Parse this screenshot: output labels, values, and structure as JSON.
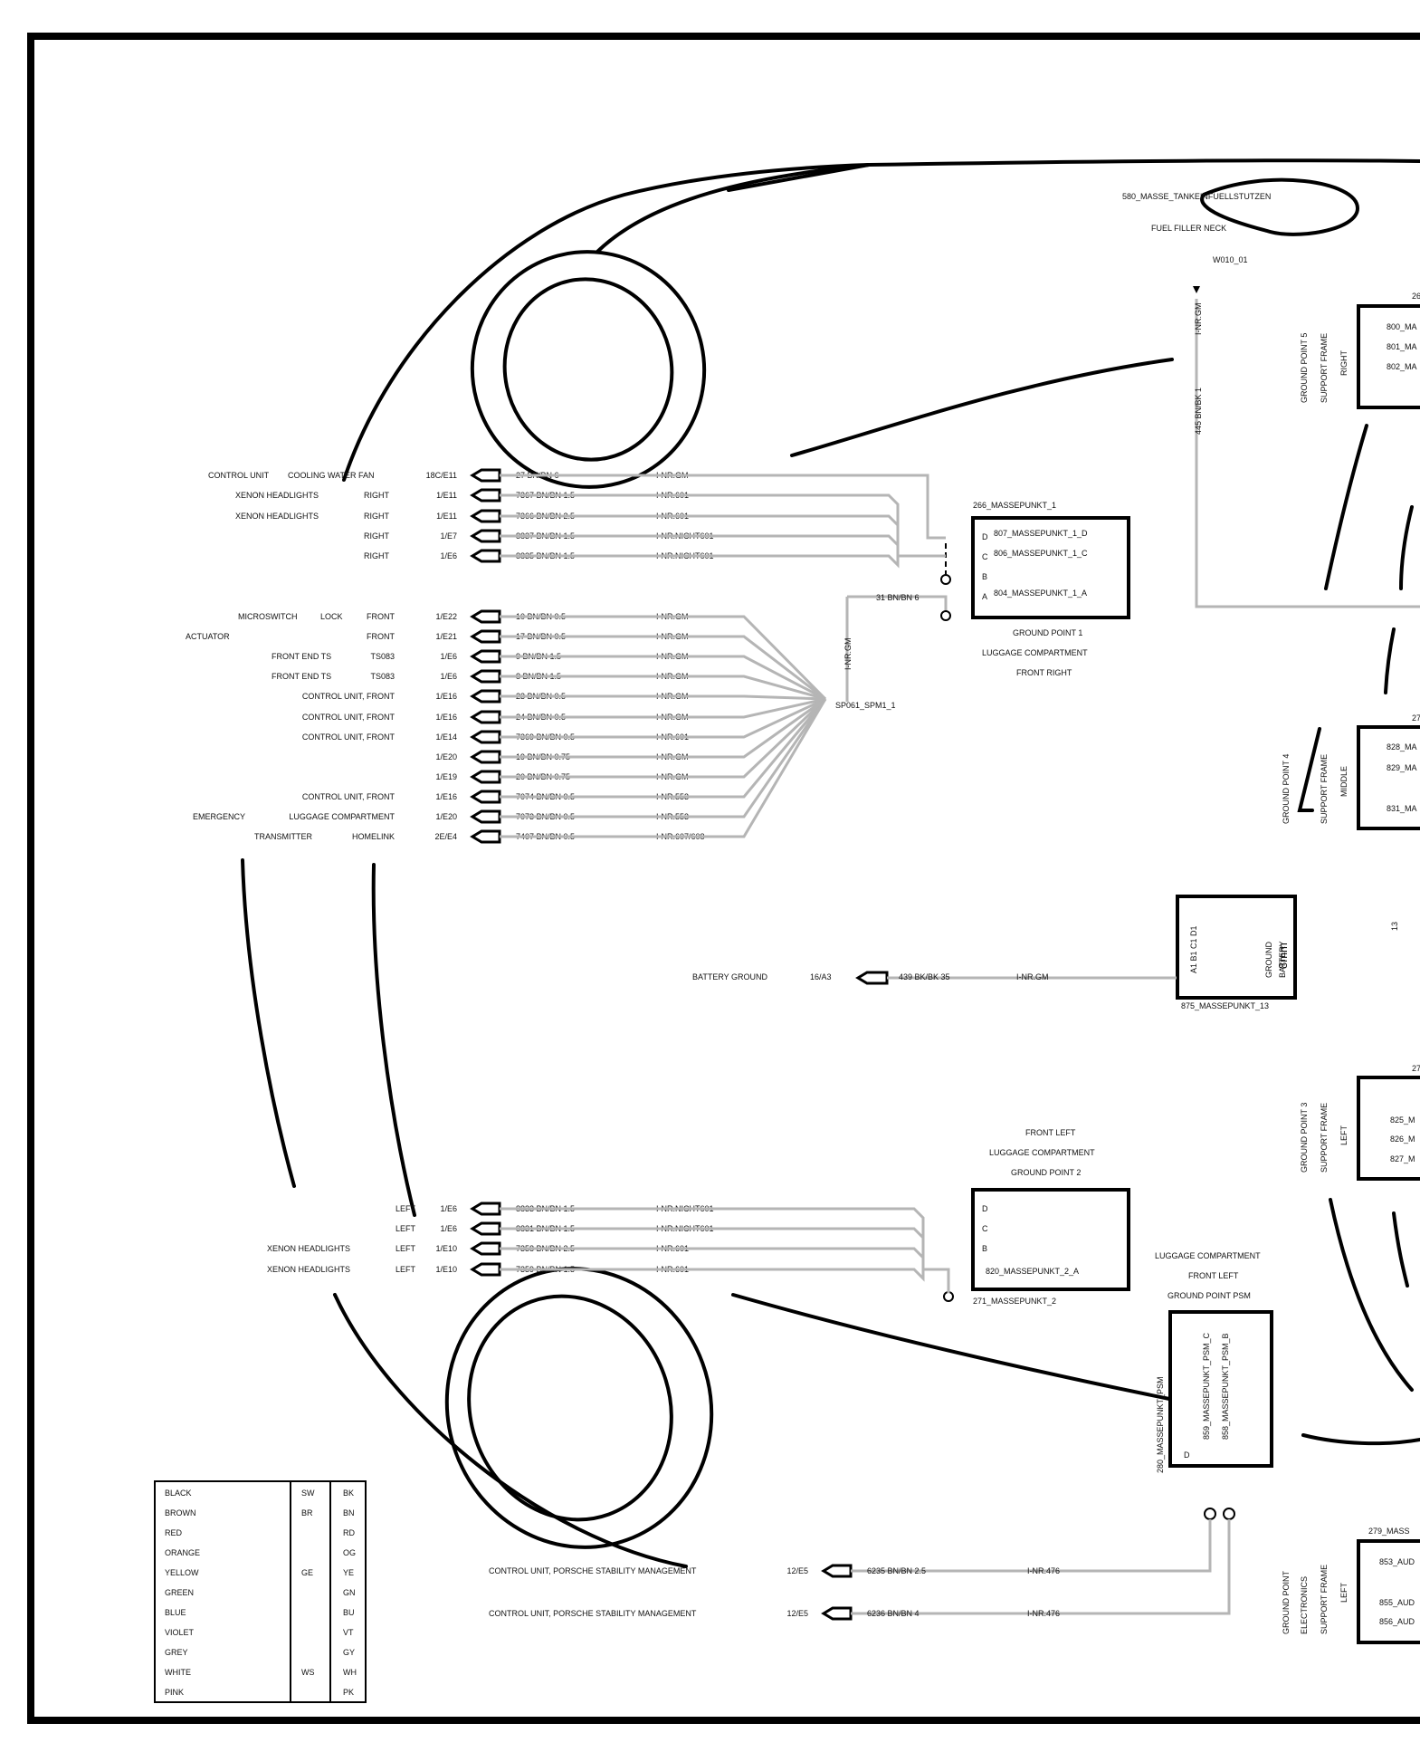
{
  "ground_top": {
    "labels": [
      "580_MASSE_TANKEINFUELLSTUTZEN",
      "FUEL FILLER NECK",
      "W010_01"
    ],
    "wire": "445 BN/BK 1",
    "inr": "I-NR.GM"
  },
  "gp5": {
    "labels": [
      "GROUND POINT 5",
      "SUPPORT FRAME",
      "RIGHT"
    ],
    "pins": [
      "800_MA",
      "801_MA",
      "802_MA"
    ],
    "id": "26"
  },
  "gp4": {
    "labels": [
      "GROUND POINT 4",
      "SUPPORT FRAME",
      "MIDDLE"
    ],
    "pins": [
      "828_MA",
      "829_MA",
      "831_MA"
    ],
    "id": "27"
  },
  "gp3": {
    "labels": [
      "GROUND POINT 3",
      "SUPPORT FRAME",
      "LEFT"
    ],
    "pins": [
      "825_M",
      "826_M",
      "827_M"
    ],
    "id": "27"
  },
  "gpe": {
    "labels": [
      "GROUND POINT",
      "ELECTRONICS",
      "SUPPORT FRAME",
      "LEFT"
    ],
    "pins": [
      "853_AUD",
      "855_AUD",
      "856_AUD"
    ],
    "id": "279_MASS"
  },
  "gp1": {
    "title": "266_MASSEPUNKT_1",
    "pins": [
      "807_MASSEPUNKT_1_D",
      "806_MASSEPUNKT_1_C",
      "804_MASSEPUNKT_1_A"
    ],
    "letters": [
      "D",
      "C",
      "B",
      "A"
    ],
    "labels": [
      "GROUND POINT 1",
      "LUGGAGE COMPARTMENT",
      "FRONT RIGHT"
    ],
    "wire": "31 BN/BN 6",
    "splice": "SP061_SPM1_1",
    "splice_inr": "I-NR.GM"
  },
  "gp2": {
    "labels": [
      "FRONT LEFT",
      "LUGGAGE COMPARTMENT",
      "GROUND POINT 2"
    ],
    "letters": [
      "D",
      "C",
      "B"
    ],
    "pin": "820_MASSEPUNKT_2_A",
    "title": "271_MASSEPUNKT_2"
  },
  "psm": {
    "labels": [
      "LUGGAGE COMPARTMENT",
      "FRONT LEFT",
      "GROUND POINT PSM"
    ],
    "side": "280_MASSEPUNKT_PSM",
    "pinc": "859_MASSEPUNKT_PSM_C",
    "pinb": "858_MASSEPUNKT_PSM_B",
    "letter": "D"
  },
  "battery": {
    "pins": "A1 B1 C1 D1",
    "size": "8mm",
    "label1": "GROUND",
    "label2": "BATTERY",
    "title": "875_MASSEPUNKT_13",
    "num": "13",
    "row": {
      "d": "BATTERY GROUND",
      "c": "16/A3",
      "w": "439 BK/BK 35",
      "i": "I-NR.GM"
    }
  },
  "rows_top": [
    {
      "d1": "CONTROL UNIT",
      "d2": "COOLING WATER FAN",
      "c": "18C/E11",
      "w": "27 BN/BN 6",
      "i": "I-NR.GM"
    },
    {
      "d1": "XENON HEADLIGHTS",
      "d2": "RIGHT",
      "c": "1/E11",
      "w": "7367 BN/BN 1.5",
      "i": "I-NR.601"
    },
    {
      "d1": "XENON HEADLIGHTS",
      "d2": "RIGHT",
      "c": "1/E11",
      "w": "7366 BN/BN 2.5",
      "i": "I-NR.601"
    },
    {
      "d1": "",
      "d2": "RIGHT",
      "c": "1/E7",
      "w": "8837 BN/BN 1.5",
      "i": "I-NR.NICHT601"
    },
    {
      "d1": "",
      "d2": "RIGHT",
      "c": "1/E6",
      "w": "8835 BN/BN 1.5",
      "i": "I-NR.NICHT601"
    }
  ],
  "rows_mid": [
    {
      "d1": "MICROSWITCH",
      "d2": "LOCK",
      "d3": "FRONT",
      "c": "1/E22",
      "w": "10 BN/BN 0.5",
      "i": "I-NR.GM"
    },
    {
      "d1": "ACTUATOR",
      "d2": "",
      "d3": "FRONT",
      "c": "1/E21",
      "w": "17 BN/BN 0.5",
      "i": "I-NR.GM"
    },
    {
      "d1": "",
      "d2": "FRONT END TS",
      "d3": "TS083",
      "c": "1/E6",
      "w": "9 BN/BN 1.5",
      "i": "I-NR.GM"
    },
    {
      "d1": "",
      "d2": "FRONT END TS",
      "d3": "TS083",
      "c": "1/E6",
      "w": "8 BN/BN 1.5",
      "i": "I-NR.GM"
    },
    {
      "d1": "",
      "d2": "CONTROL UNIT, FRONT",
      "d3": "",
      "c": "1/E16",
      "w": "23 BN/BN 0.5",
      "i": "I-NR.GM"
    },
    {
      "d1": "",
      "d2": "CONTROL UNIT, FRONT",
      "d3": "",
      "c": "1/E16",
      "w": "24 BN/BN 0.5",
      "i": "I-NR.GM"
    },
    {
      "d1": "",
      "d2": "CONTROL UNIT, FRONT",
      "d3": "",
      "c": "1/E14",
      "w": "7369 BN/BN 0.5",
      "i": "I-NR.601"
    },
    {
      "d1": "",
      "d2": "",
      "d3": "",
      "c": "1/E20",
      "w": "19 BN/BN 0.75",
      "i": "I-NR.GM"
    },
    {
      "d1": "",
      "d2": "",
      "d3": "",
      "c": "1/E19",
      "w": "20 BN/BN 0.75",
      "i": "I-NR.GM"
    },
    {
      "d1": "",
      "d2": "CONTROL UNIT, FRONT",
      "d3": "",
      "c": "1/E16",
      "w": "7074 BN/BN 0.5",
      "i": "I-NR.553"
    },
    {
      "d1": "EMERGENCY",
      "d2": "LUGGAGE COMPARTMENT",
      "d3": "",
      "c": "1/E20",
      "w": "7073 BN/BN 0.5",
      "i": "I-NR.553"
    },
    {
      "d1": "TRANSMITTER",
      "d2": "HOMELINK",
      "d3": "",
      "c": "2E/E4",
      "w": "7407 BN/BN 0.5",
      "i": "I-NR.607/608"
    }
  ],
  "rows_low": [
    {
      "d1": "",
      "d2": "LEFT",
      "c": "1/E6",
      "w": "8833 BN/BN 1.5",
      "i": "I-NR.NICHT601"
    },
    {
      "d1": "",
      "d2": "LEFT",
      "c": "1/E6",
      "w": "8831 BN/BN 1.5",
      "i": "I-NR.NICHT601"
    },
    {
      "d1": "XENON HEADLIGHTS",
      "d2": "LEFT",
      "c": "1/E10",
      "w": "7358 BN/BN 2.5",
      "i": "I-NR.601"
    },
    {
      "d1": "XENON HEADLIGHTS",
      "d2": "LEFT",
      "c": "1/E10",
      "w": "7359 BN/BN 1.5",
      "i": "I-NR.601"
    }
  ],
  "rows_psm": [
    {
      "d": "CONTROL UNIT, PORSCHE STABILITY MANAGEMENT",
      "c": "12/E5",
      "w": "6235 BN/BN 2.5",
      "i": "I-NR.476"
    },
    {
      "d": "CONTROL UNIT, PORSCHE STABILITY MANAGEMENT",
      "c": "12/E5",
      "w": "6236 BN/BN 4",
      "i": "I-NR.476"
    }
  ],
  "legend": [
    [
      "BLACK",
      "SW",
      "BK"
    ],
    [
      "BROWN",
      "BR",
      "BN"
    ],
    [
      "RED",
      "",
      "RD"
    ],
    [
      "ORANGE",
      "",
      "OG"
    ],
    [
      "YELLOW",
      "GE",
      "YE"
    ],
    [
      "GREEN",
      "",
      "GN"
    ],
    [
      "BLUE",
      "",
      "BU"
    ],
    [
      "VIOLET",
      "",
      "VT"
    ],
    [
      "GREY",
      "",
      "GY"
    ],
    [
      "WHITE",
      "WS",
      "WH"
    ],
    [
      "PINK",
      "",
      "PK"
    ]
  ]
}
